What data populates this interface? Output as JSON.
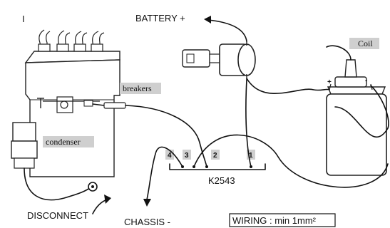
{
  "labels": {
    "battery": "BATTERY +",
    "coil": "Coil",
    "breakers": "breakers",
    "condenser": "condenser",
    "disconnect": "DISCONNECT",
    "chassis": "CHASSIS -",
    "wiring_note": "WIRING : min 1mm²",
    "module": "K2543",
    "coil_plus": "+",
    "coil_minus": "-",
    "terminal_4": "4",
    "terminal_3": "3",
    "terminal_2": "2",
    "terminal_1": "1",
    "corner_mark": "I"
  },
  "colors": {
    "line": "#111111",
    "label_tag": "#cfcfcf"
  }
}
